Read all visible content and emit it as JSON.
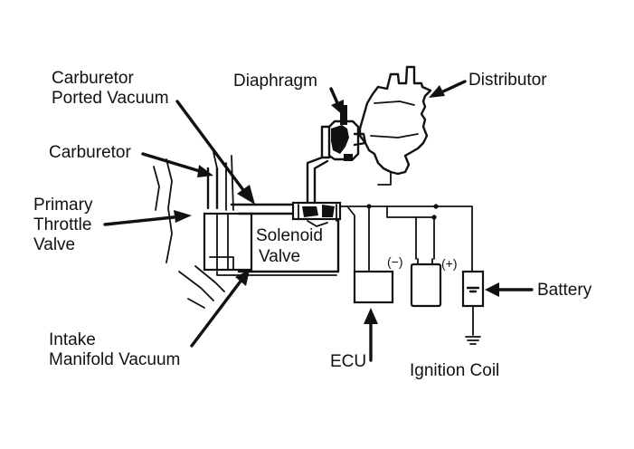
{
  "diagram": {
    "labels": {
      "carburetor_ported_vacuum_line1": "Carburetor",
      "carburetor_ported_vacuum_line2": "Ported Vacuum",
      "diaphragm": "Diaphragm",
      "distributor": "Distributor",
      "carburetor": "Carburetor",
      "primary_throttle_valve_line1": "Primary",
      "primary_throttle_valve_line2": "Throttle",
      "primary_throttle_valve_line3": "Valve",
      "solenoid_valve_line1": "Solenoid",
      "solenoid_valve_line2": "Valve",
      "coil_negative": "(−)",
      "coil_positive": "(+)",
      "battery": "Battery",
      "intake_manifold_vacuum_line1": "Intake",
      "intake_manifold_vacuum_line2": "Manifold Vacuum",
      "ecu": "ECU",
      "ignition_coil": "Ignition Coil"
    }
  }
}
